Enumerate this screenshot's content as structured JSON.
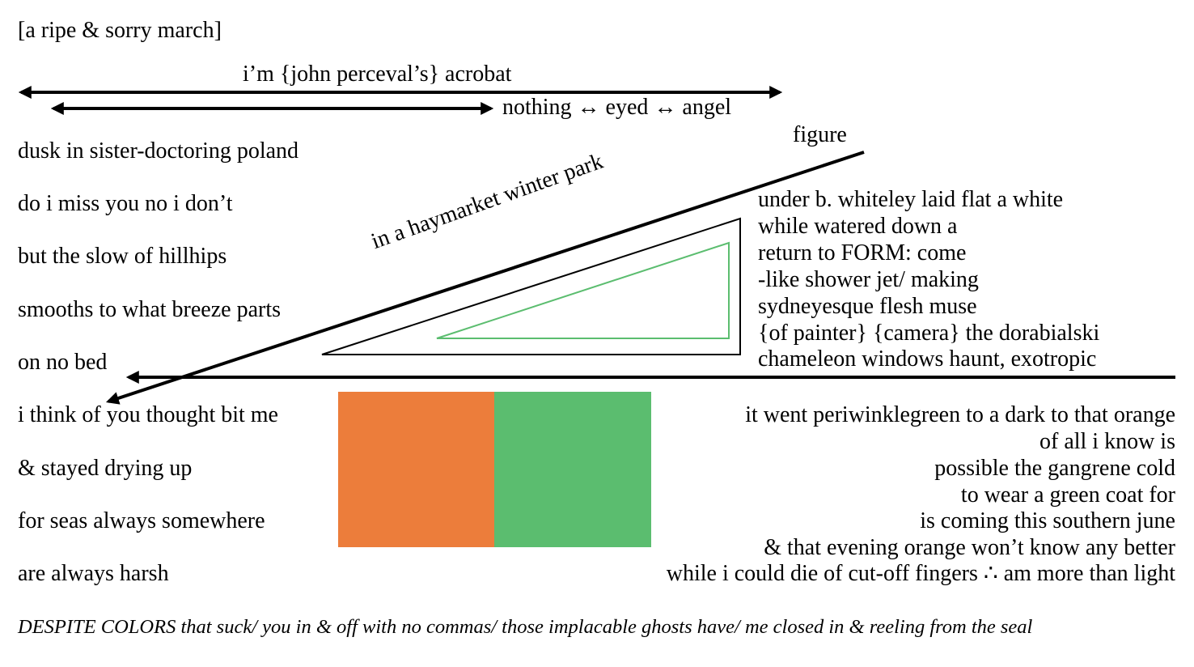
{
  "title": "[a ripe & sorry march]",
  "arrow_top_label": "i’m {john perceval’s} acrobat",
  "arrow_second_label": "nothing ↔ eyed ↔ angel",
  "figure_label": "figure",
  "diagonal_label": "in a haymarket winter park",
  "left_lines": [
    "dusk in sister-doctoring poland",
    "do i miss you no i don’t",
    "but the slow of hillhips",
    "smooths to what breeze parts",
    "on no bed",
    "i think of you thought bit me",
    "& stayed drying up",
    "for seas always somewhere",
    "are always harsh"
  ],
  "right_upper_lines": [
    "under b. whiteley laid flat a white",
    "while watered down a",
    "return to FORM: come",
    "-like shower jet/ making",
    "sydneyesque flesh muse",
    "{of painter} {camera} the dorabialski",
    "chameleon windows haunt, exotropic"
  ],
  "right_lower_lines": [
    "it went periwinklegreen to a dark to that orange",
    "of all i know is",
    "possible the gangrene cold",
    "to wear a green coat for",
    "is coming this southern june",
    "& that evening orange won’t know any better",
    "while i could die of cut-off fingers ∴ am more than light"
  ],
  "footer": "DESPITE COLORS that suck/ you in & off with no commas/ those implacable ghosts have/ me closed in & reeling from the seal",
  "colors": {
    "orange": "#EC7D3B",
    "green": "#5BBD6F"
  }
}
